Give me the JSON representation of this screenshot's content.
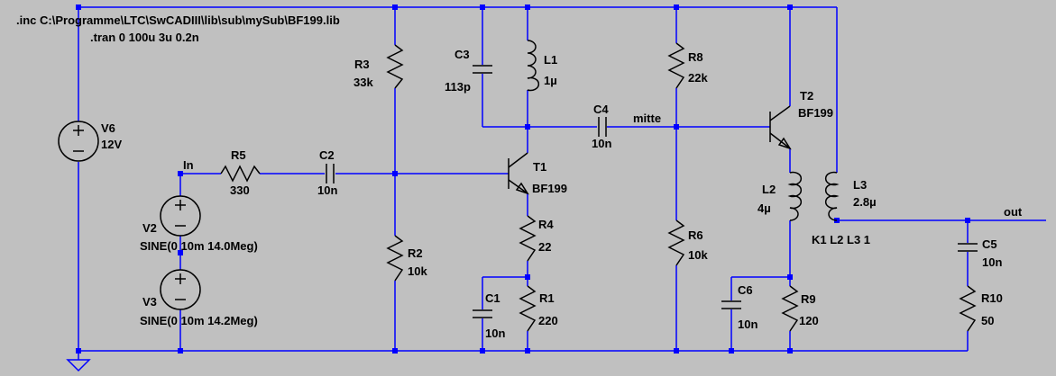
{
  "directives": {
    "include": ".inc C:\\Programme\\LTC\\SwCADIII\\lib\\sub\\mySub\\BF199.lib",
    "tran": ".tran 0 100u 3u 0.2n"
  },
  "components": {
    "V6": {
      "name": "V6",
      "value": "12V"
    },
    "V2": {
      "name": "V2",
      "value": "SINE(0 10m 14.0Meg)"
    },
    "V3": {
      "name": "V3",
      "value": "SINE(0 10m 14.2Meg)"
    },
    "R5": {
      "name": "R5",
      "value": "330"
    },
    "C2": {
      "name": "C2",
      "value": "10n"
    },
    "R3": {
      "name": "R3",
      "value": "33k"
    },
    "R2": {
      "name": "R2",
      "value": "10k"
    },
    "C3": {
      "name": "C3",
      "value": "113p"
    },
    "L1": {
      "name": "L1",
      "value": "1µ"
    },
    "T1": {
      "name": "T1",
      "value": "BF199"
    },
    "R4": {
      "name": "R4",
      "value": "22"
    },
    "C1": {
      "name": "C1",
      "value": "10n"
    },
    "R1": {
      "name": "R1",
      "value": "220"
    },
    "C4": {
      "name": "C4",
      "value": "10n"
    },
    "R8": {
      "name": "R8",
      "value": "22k"
    },
    "R6": {
      "name": "R6",
      "value": "10k"
    },
    "T2": {
      "name": "T2",
      "value": "BF199"
    },
    "L2": {
      "name": "L2",
      "value": "4µ"
    },
    "L3": {
      "name": "L3",
      "value": "2.8µ"
    },
    "C6": {
      "name": "C6",
      "value": "10n"
    },
    "R9": {
      "name": "R9",
      "value": "120"
    },
    "C5": {
      "name": "C5",
      "value": "10n"
    },
    "R10": {
      "name": "R10",
      "value": "50"
    }
  },
  "nets": {
    "in": "In",
    "mitte": "mitte",
    "out": "out"
  },
  "coupling": "K1 L2 L3 1",
  "colors": {
    "background": "#c0c0c0",
    "wire": "#0000ff",
    "component": "#000000"
  }
}
